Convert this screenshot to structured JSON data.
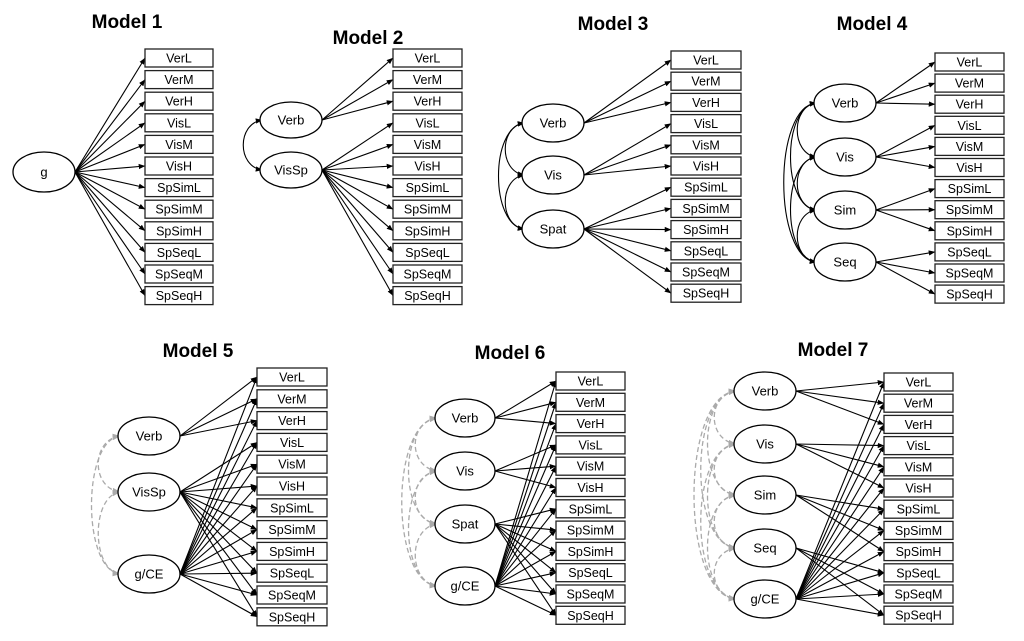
{
  "figure": {
    "description": "Seven structural equation / confirmatory factor models with latent factors loading on 12 observed indicators",
    "colors": {
      "line": "#000000",
      "dashed_covariance": "#aaaaaa",
      "box_border": "#222222"
    }
  },
  "indicators": [
    "VerL",
    "VerM",
    "VerH",
    "VisL",
    "VisM",
    "VisH",
    "SpSimL",
    "SpSimM",
    "SpSimH",
    "SpSeqL",
    "SpSeqM",
    "SpSeqH"
  ],
  "models": [
    {
      "id": "m1",
      "title": "Model 1",
      "factors": [
        {
          "name": "g",
          "loads": [
            "VerL",
            "VerM",
            "VerH",
            "VisL",
            "VisM",
            "VisH",
            "SpSimL",
            "SpSimM",
            "SpSimH",
            "SpSeqL",
            "SpSeqM",
            "SpSeqH"
          ]
        }
      ],
      "covariance_style": "none"
    },
    {
      "id": "m2",
      "title": "Model 2",
      "factors": [
        {
          "name": "Verb",
          "loads": [
            "VerL",
            "VerM",
            "VerH"
          ]
        },
        {
          "name": "VisSp",
          "loads": [
            "VisL",
            "VisM",
            "VisH",
            "SpSimL",
            "SpSimM",
            "SpSimH",
            "SpSeqL",
            "SpSeqM",
            "SpSeqH"
          ]
        }
      ],
      "covariance_style": "solid"
    },
    {
      "id": "m3",
      "title": "Model 3",
      "factors": [
        {
          "name": "Verb",
          "loads": [
            "VerL",
            "VerM",
            "VerH"
          ]
        },
        {
          "name": "Vis",
          "loads": [
            "VisL",
            "VisM",
            "VisH"
          ]
        },
        {
          "name": "Spat",
          "loads": [
            "SpSimL",
            "SpSimM",
            "SpSimH",
            "SpSeqL",
            "SpSeqM",
            "SpSeqH"
          ]
        }
      ],
      "covariance_style": "solid"
    },
    {
      "id": "m4",
      "title": "Model 4",
      "factors": [
        {
          "name": "Verb",
          "loads": [
            "VerL",
            "VerM",
            "VerH"
          ]
        },
        {
          "name": "Vis",
          "loads": [
            "VisL",
            "VisM",
            "VisH"
          ]
        },
        {
          "name": "Sim",
          "loads": [
            "SpSimL",
            "SpSimM",
            "SpSimH"
          ]
        },
        {
          "name": "Seq",
          "loads": [
            "SpSeqL",
            "SpSeqM",
            "SpSeqH"
          ]
        }
      ],
      "covariance_style": "solid"
    },
    {
      "id": "m5",
      "title": "Model 5",
      "factors": [
        {
          "name": "Verb",
          "loads": [
            "VerL",
            "VerM",
            "VerH"
          ]
        },
        {
          "name": "VisSp",
          "loads": [
            "VisL",
            "VisM",
            "VisH",
            "SpSimL",
            "SpSimM",
            "SpSimH",
            "SpSeqL",
            "SpSeqM",
            "SpSeqH"
          ]
        },
        {
          "name": "g/CE",
          "loads": [
            "VerL",
            "VerM",
            "VerH",
            "VisL",
            "VisM",
            "VisH",
            "SpSimL",
            "SpSimM",
            "SpSimH",
            "SpSeqL",
            "SpSeqM",
            "SpSeqH"
          ]
        }
      ],
      "covariance_style": "dashed"
    },
    {
      "id": "m6",
      "title": "Model 6",
      "factors": [
        {
          "name": "Verb",
          "loads": [
            "VerL",
            "VerM",
            "VerH"
          ]
        },
        {
          "name": "Vis",
          "loads": [
            "VisL",
            "VisM",
            "VisH"
          ]
        },
        {
          "name": "Spat",
          "loads": [
            "SpSimL",
            "SpSimM",
            "SpSimH",
            "SpSeqL",
            "SpSeqM",
            "SpSeqH"
          ]
        },
        {
          "name": "g/CE",
          "loads": [
            "VerL",
            "VerM",
            "VerH",
            "VisL",
            "VisM",
            "VisH",
            "SpSimL",
            "SpSimM",
            "SpSimH",
            "SpSeqL",
            "SpSeqM",
            "SpSeqH"
          ]
        }
      ],
      "covariance_style": "dashed"
    },
    {
      "id": "m7",
      "title": "Model 7",
      "factors": [
        {
          "name": "Verb",
          "loads": [
            "VerL",
            "VerM",
            "VerH"
          ]
        },
        {
          "name": "Vis",
          "loads": [
            "VisL",
            "VisM",
            "VisH"
          ]
        },
        {
          "name": "Sim",
          "loads": [
            "SpSimL",
            "SpSimM",
            "SpSimH"
          ]
        },
        {
          "name": "Seq",
          "loads": [
            "SpSeqL",
            "SpSeqM",
            "SpSeqH"
          ]
        },
        {
          "name": "g/CE",
          "loads": [
            "VerL",
            "VerM",
            "VerH",
            "VisL",
            "VisM",
            "VisH",
            "SpSimL",
            "SpSimM",
            "SpSimH",
            "SpSeqL",
            "SpSeqM",
            "SpSeqH"
          ]
        }
      ],
      "covariance_style": "dashed"
    }
  ]
}
